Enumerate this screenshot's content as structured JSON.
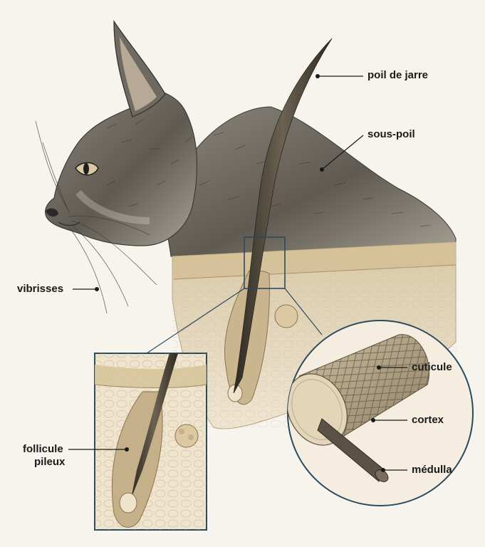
{
  "labels": {
    "guard_hair": "poil de jarre",
    "undercoat": "sous-poil",
    "whiskers": "vibrisses",
    "follicle_line1": "follicule",
    "follicle_line2": "pileux",
    "cuticle": "cuticule",
    "cortex": "cortex",
    "medulla": "médulla"
  },
  "colors": {
    "background": "#f7f4ee",
    "ink": "#1a1a1a",
    "callout_frame": "#2c4a5e",
    "fur_dark": "#3a3a38",
    "fur_light": "#9a958c",
    "skin_layer": "#e6d8bf",
    "hair_shaft": "#4a4438",
    "cuticle_fill": "#b8a98c",
    "cortex_fill": "#e3d5b8",
    "medulla_fill": "#5a5246"
  },
  "icons": {
    "cat": "cat-head-illustration",
    "hair": "guard-hair-shaft",
    "magnifier_box": "follicle-zoom-box",
    "magnifier_circle": "hair-cross-section-zoom"
  }
}
